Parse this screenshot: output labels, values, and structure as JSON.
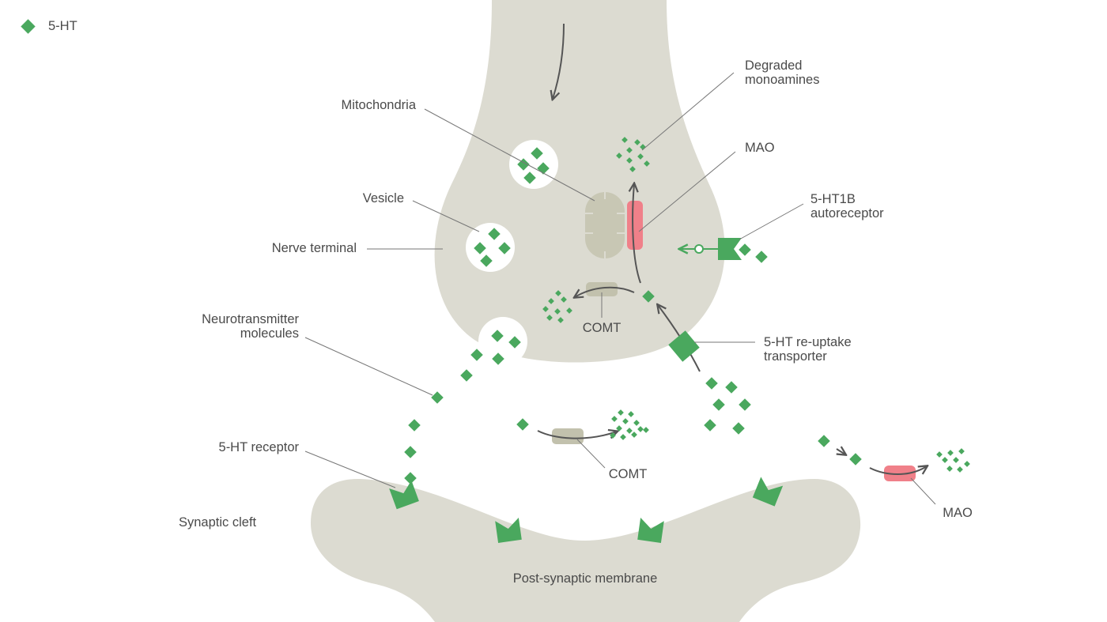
{
  "legend": {
    "label": "5-HT",
    "icon": "diamond-icon"
  },
  "labels": {
    "degraded_monoamines": "Degraded\nmonoamines",
    "mitochondria": "Mitochondria",
    "mao_top": "MAO",
    "vesicle": "Vesicle",
    "autoreceptor": "5-HT1B\nautoreceptor",
    "nerve_terminal": "Nerve terminal",
    "neurotransmitter_molecules": "Neurotransmitter\nmolecules",
    "comt_upper": "COMT",
    "reuptake_transporter": "5-HT re-uptake\ntransporter",
    "receptor": "5-HT receptor",
    "comt_lower": "COMT",
    "mao_right": "MAO",
    "synaptic_cleft": "Synaptic cleft",
    "post_synaptic_membrane": "Post-synaptic membrane"
  },
  "colors": {
    "membrane": "#dcdbd1",
    "serotonin": "#4aa85e",
    "enzyme_mao": "#f08089",
    "enzyme_comt": "#c2c1ad",
    "mitochondria": "#c8c7b4",
    "arrow": "#555555",
    "leader_line": "#777777",
    "text": "#4a4a4a"
  }
}
